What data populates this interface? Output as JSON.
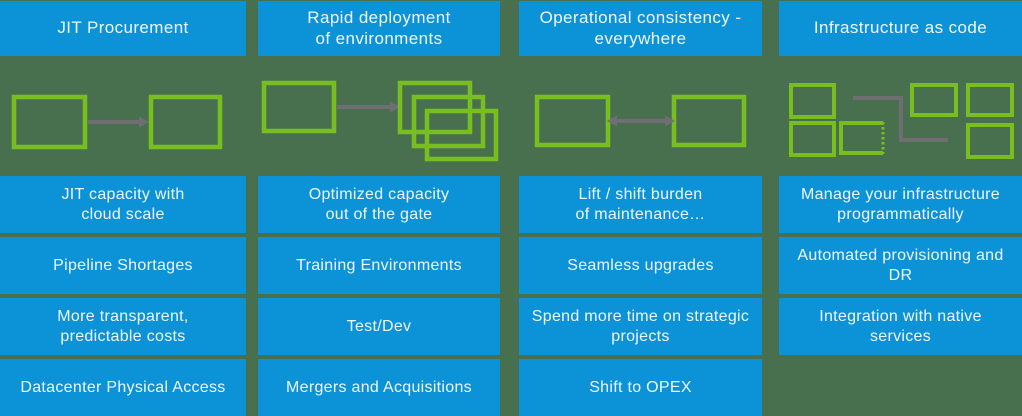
{
  "colors": {
    "background": "#48704E",
    "box_blue": "#0C92D6",
    "outline_green": "#78BE20",
    "connector_gray": "#6F6F73",
    "text": "#EFF8FD"
  },
  "columns": [
    {
      "title": "JIT Procurement",
      "icon": "box-to-box-arrow-icon",
      "items": [
        "JIT capacity with\ncloud scale",
        "Pipeline Shortages",
        "More transparent,\npredictable costs",
        "Datacenter Physical Access"
      ]
    },
    {
      "title": "Rapid deployment\nof environments",
      "icon": "box-to-stacked-boxes-arrow-icon",
      "items": [
        "Optimized capacity\nout of the gate",
        "Training Environments",
        "Test/Dev",
        "Mergers and Acquisitions"
      ]
    },
    {
      "title": "Operational consistency -\neverywhere",
      "icon": "boxes-bidirectional-arrow-icon",
      "items": [
        "Lift / shift burden\nof maintenance…",
        "Seamless upgrades",
        "Spend more time on strategic\nprojects",
        "Shift to OPEX"
      ]
    },
    {
      "title": "Infrastructure as code",
      "icon": "connected-boxes-stepped-connector-icon",
      "items": [
        "Manage your infrastructure\nprogrammatically",
        "Automated provisioning and\nDR",
        "Integration with native\nservices"
      ]
    }
  ]
}
